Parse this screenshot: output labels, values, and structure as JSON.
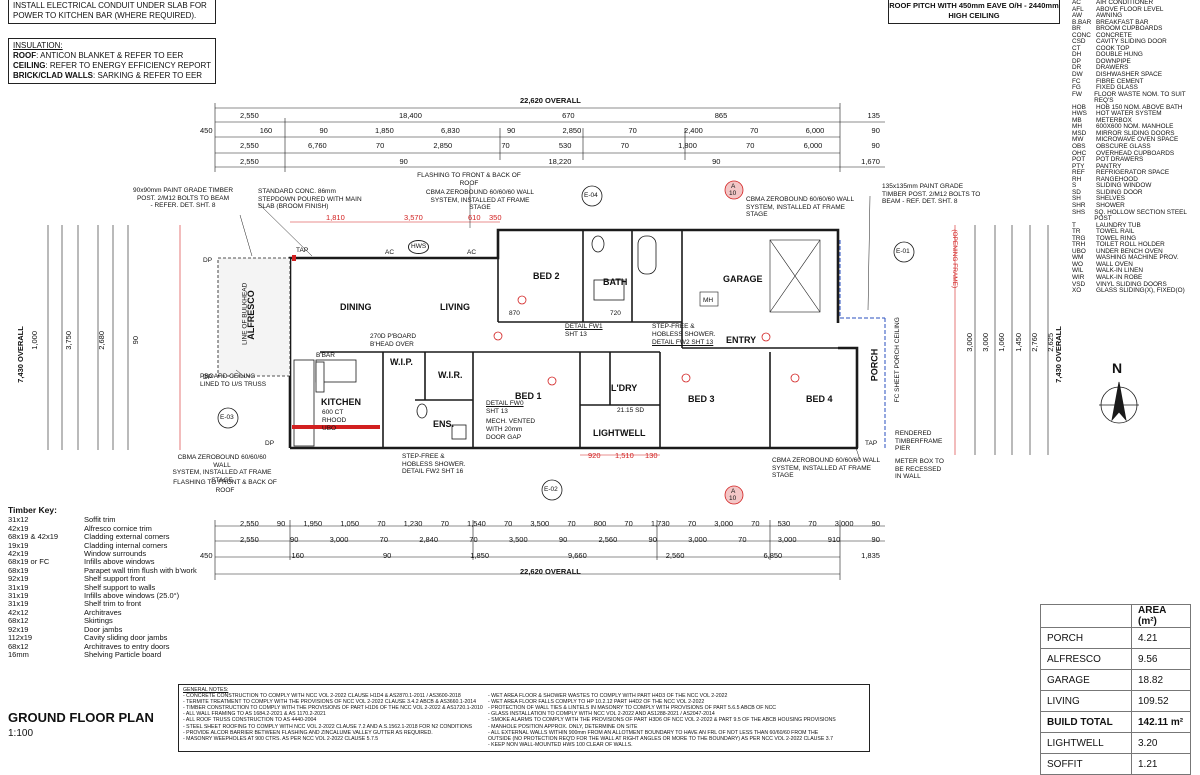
{
  "notes": {
    "electrical_lines": [
      "INSTALL ELECTRICAL CONDUIT UNDER SLAB FOR",
      "POWER TO KITCHEN BAR (WHERE REQUIRED)."
    ],
    "insulation_title": "INSULATION:",
    "insulation_roof_key": "ROOF",
    "insulation_roof": ": ANTICON BLANKET & REFER TO EER",
    "insulation_ceiling_key": "CEILING",
    "insulation_ceiling": ": REFER TO ENERGY EFFICIENCY REPORT",
    "insulation_walls_key": "BRICK/CLAD WALLS",
    "insulation_walls": ": SARKING & REFER TO EER"
  },
  "roof_pitch": [
    "ROOF PITCH WITH 450mm EAVE O/H - 2440mm",
    "HIGH CEILING"
  ],
  "legend": [
    [
      "AC",
      "AIR CONDITIONER"
    ],
    [
      "AFL",
      "ABOVE FLOOR LEVEL"
    ],
    [
      "AW",
      "AWNING"
    ],
    [
      "B.BAR",
      "BREAKFAST BAR"
    ],
    [
      "BR",
      "BROOM CUPBOARDS"
    ],
    [
      "CONC",
      "CONCRETE"
    ],
    [
      "CSD",
      "CAVITY SLIDING DOOR"
    ],
    [
      "CT",
      "COOK TOP"
    ],
    [
      "DH",
      "DOUBLE HUNG"
    ],
    [
      "DP",
      "DOWNPIPE"
    ],
    [
      "DR",
      "DRAWERS"
    ],
    [
      "DW",
      "DISHWASHER SPACE"
    ],
    [
      "FC",
      "FIBRE CEMENT"
    ],
    [
      "FG",
      "FIXED GLASS"
    ],
    [
      "FW",
      "FLOOR WASTE NOM. TO SUIT REQ'S"
    ],
    [
      "HOB",
      "HOB 150 NOM. ABOVE BATH"
    ],
    [
      "HWS",
      "HOT WATER SYSTEM"
    ],
    [
      "MB",
      "METERBOX"
    ],
    [
      "MH",
      "600X600 NOM. MANHOLE"
    ],
    [
      "MSD",
      "MIRROR SLIDING DOORS"
    ],
    [
      "MW",
      "MICROWAVE OVEN SPACE"
    ],
    [
      "OBS",
      "OBSCURE GLASS"
    ],
    [
      "OHC",
      "OVERHEAD CUPBOARDS"
    ],
    [
      "POT",
      "POT DRAWERS"
    ],
    [
      "PTY",
      "PANTRY"
    ],
    [
      "REF",
      "REFRIGERATOR SPACE"
    ],
    [
      "RH",
      "RANGEHOOD"
    ],
    [
      "S",
      "SLIDING WINDOW"
    ],
    [
      "SD",
      "SLIDING DOOR"
    ],
    [
      "SH",
      "SHELVES"
    ],
    [
      "SHR",
      "SHOWER"
    ],
    [
      "SHS",
      "SQ. HOLLOW SECTION STEEL POST"
    ],
    [
      "T",
      "LAUNDRY TUB"
    ],
    [
      "TR",
      "TOWEL RAIL"
    ],
    [
      "TRG",
      "TOWEL RING"
    ],
    [
      "TRH",
      "TOILET ROLL HOLDER"
    ],
    [
      "UBO",
      "UNDER BENCH OVEN"
    ],
    [
      "WM",
      "WASHING MACHINE PROV."
    ],
    [
      "WO",
      "WALL OVEN"
    ],
    [
      "WIL",
      "WALK-IN LINEN"
    ],
    [
      "WIR",
      "WALK-IN ROBE"
    ],
    [
      "VSD",
      "VINYL SLIDING DOORS"
    ],
    [
      "XO",
      "GLASS SLIDING(X), FIXED(O)"
    ]
  ],
  "dims": {
    "overall": "22,620 OVERALL",
    "top_r1": [
      "2,550",
      "18,400",
      "670",
      "865",
      "135"
    ],
    "top_r2": [
      "450",
      "160",
      "90",
      "1,850",
      "6,830",
      "90",
      "2,850",
      "70",
      "2,400",
      "70",
      "6,000",
      "90"
    ],
    "top_r3": [
      "2,550",
      "6,760",
      "70",
      "2,850",
      "70",
      "530",
      "70",
      "1,800",
      "70",
      "6,000",
      "90"
    ],
    "top_r4": [
      "2,550",
      "90",
      "18,220",
      "90",
      "1,670"
    ],
    "bot_r1": [
      "2,550",
      "90",
      "1,950",
      "1,050",
      "70",
      "1,230",
      "70",
      "1,540",
      "70",
      "3,500",
      "70",
      "800",
      "70",
      "1,730",
      "70",
      "3,000",
      "70",
      "530",
      "70",
      "3,000",
      "90"
    ],
    "bot_r2": [
      "2,550",
      "90",
      "3,000",
      "70",
      "2,840",
      "70",
      "3,500",
      "90",
      "2,560",
      "90",
      "3,000",
      "70",
      "3,000",
      "910",
      "90"
    ],
    "bot_r3": [
      "450",
      "160",
      "90",
      "1,850",
      "9,660",
      "2,560",
      "6,850",
      "1,835"
    ],
    "side_overall": "7,430 OVERALL",
    "left_cols": [
      "1,000",
      "3,750",
      "2,680",
      "90"
    ],
    "right_cols": [
      "3,000",
      "3,000",
      "1,060",
      "1,450",
      "2,760",
      "2,625"
    ]
  },
  "rooms": {
    "dining": "DINING",
    "living": "LIVING",
    "bed2": "BED 2",
    "bath": "BATH",
    "garage": "GARAGE",
    "entry": "ENTRY",
    "kitchen": "KITCHEN",
    "wip": "W.I.P.",
    "wir": "W.I.R.",
    "bed1": "BED 1",
    "ens": "ENS.",
    "ldry": "L'DRY",
    "lightwell": "LIGHTWELL",
    "bed3": "BED 3",
    "bed4": "BED 4",
    "porch": "PORCH",
    "alfresco": "ALFRESCO"
  },
  "plan_labels": {
    "mh": "MH",
    "ac1": "AC",
    "ac2": "AC",
    "hws": "HWS",
    "tap1": "TAP",
    "tap2": "TAP",
    "dp1": "DP",
    "dp2": "DP",
    "dp3": "DP",
    "bbar": "B'BAR",
    "pboard": "270D P'BOARD",
    "bhead": "B'HEAD OVER",
    "fw1": "DETAIL FW1",
    "sht13a": "SHT 13",
    "fw2": "DETAIL FW2 SHT 13",
    "stepfree": "STEP-FREE &",
    "hobless": "HOBLESS SHOWER.",
    "fw0": "DETAIL FW0",
    "sht13b": "SHT 13",
    "mech": "MECH. VENTED",
    "withgap": "WITH 20mm",
    "doorgap": "DOOR GAP",
    "kit_oven": "600 CT",
    "kit_rh": "RHOOD",
    "kit_ubo": "UBO",
    "sd1": "21.15 SD",
    "n870": "870",
    "n720": "720",
    "red1": "1,810",
    "red2": "3,570",
    "red3": "610",
    "red4": "350",
    "red5": "920",
    "red6": "1,510",
    "red7": "130",
    "ref_e01": "E-01",
    "ref_e02": "E-02",
    "ref_e03": "E-03",
    "ref_e04": "E-04",
    "sec_a": "A",
    "sec_10": "10",
    "line_bulkhead": "LINE OF BULKHEAD",
    "opening_frame": "(OPENING FRAME)",
    "fc_sheet": "FC SHEET PORCH CEILING",
    "north": "N"
  },
  "callouts": {
    "timber_post": [
      "90x90mm PAINT GRADE TIMBER",
      "POST. 2/M12 BOLTS TO BEAM",
      "- REFER. DET. SHT. 8"
    ],
    "std_conc": [
      "STANDARD CONC. 86mm",
      "STEPDOWN POURED WITH MAIN",
      "SLAB (BROOM FINISH)"
    ],
    "flashing_top": [
      "FLASHING TO FRONT & BACK OF",
      "ROOF"
    ],
    "cbma_top": [
      "CBMA ZEROBOUND 60/60/60 WALL",
      "SYSTEM, INSTALLED AT FRAME",
      "STAGE"
    ],
    "cbma_top_right": [
      "CBMA ZEROBOUND 60/60/60 WALL",
      "SYSTEM, INSTALLED AT FRAME",
      "STAGE"
    ],
    "timber_post_r": [
      "135x135mm PAINT GRADE",
      "TIMBER POST. 2/M12 BOLTS TO",
      "BEAM - REF. DET. SHT. 8"
    ],
    "pboard_ceiling": [
      "PBOARD CEILING",
      "LINED TO U/S TRUSS"
    ],
    "cbma_bot_left": [
      "CBMA ZEROBOUND 60/60/60 WALL",
      "SYSTEM, INSTALLED AT FRAME",
      "STAGE"
    ],
    "flashing_bot": [
      "FLASHING TO FRONT & BACK OF",
      "ROOF"
    ],
    "step_free_ens": [
      "STEP-FREE &",
      "HOBLESS SHOWER.",
      "DETAIL FW2 SHT 16"
    ],
    "cbma_bot_right": [
      "CBMA ZEROBOUND 60/60/60 WALL",
      "SYSTEM, INSTALLED AT FRAME",
      "STAGE"
    ],
    "meter_box": [
      "METER BOX TO",
      "BE RECESSED",
      "IN WALL"
    ],
    "rendered_pier": [
      "RENDERED",
      "TIMBERFRAME",
      "PIER"
    ]
  },
  "timber_key": {
    "title": "Timber Key:",
    "rows": [
      [
        "31x12",
        "Soffit trim"
      ],
      [
        "42x19",
        "Alfresco cornice trim"
      ],
      [
        "68x19 & 42x19",
        "Cladding external corners"
      ],
      [
        "19x19",
        "Cladding internal corners"
      ],
      [
        "42x19",
        "Window surrounds"
      ],
      [
        "68x19 or FC",
        "Infills above windows"
      ],
      [
        "68x19",
        "Parapet wall trim flush with b'work"
      ],
      [
        "92x19",
        "Shelf support front"
      ],
      [
        "31x19",
        "Shelf support to walls"
      ],
      [
        "31x19",
        "Infills above windows (25.0°)"
      ],
      [
        "31x19",
        "Shelf trim to front"
      ],
      [
        "42x12",
        "Architraves"
      ],
      [
        "68x12",
        "Skirtings"
      ],
      [
        "92x19",
        "Door jambs"
      ],
      [
        "112x19",
        "Cavity sliding door jambs"
      ],
      [
        "68x12",
        "Architraves to entry doors"
      ],
      [
        "16mm",
        "Shelving Particle board"
      ]
    ]
  },
  "plan_title": "GROUND FLOOR PLAN",
  "scale": "1:100",
  "general_notes_title": "GENERAL NOTES:",
  "general_notes_left": [
    "- CONCRETE CONSTRUCTION TO COMPLY WITH NCC VOL 2-2022 CLAUSE H1D4 & AS2870.1-2011 / AS3600-2018",
    "- TERMITE TREATMENT TO COMPLY WITH THE PROVISIONS OF NCC VOL 2-2022 CLAUSE 3.4.2 ABCB & AS3660.1-2014",
    "- TIMBER CONSTRUCTION TO COMPLY WITH THE PROVISIONS OF PART H1D6 OF THE NCC VOL 2-2022 & AS1720.1-2010",
    "- ALL WALL FRAMING TO AS 1684.2-2021 & AS 1170.2-2021",
    "- ALL ROOF TRUSS CONSTRUCTION TO AS 4440-2004",
    "- STEEL SHEET ROOFING TO COMPLY WITH NCC VOL 2-2022 CLAUSE 7.2 AND A.S.1562.1-2018 FOR N2 CONDITIONS",
    "- PROVIDE ALCOR BARRIER BETWEEN FLASHING AND ZINCALUME VALLEY GUTTER AS REQUIRED.",
    "- MASONRY WEEPHOLES AT 900 CTRS. AS PER NCC VOL 2-2022 CLAUSE 5.7.5"
  ],
  "general_notes_right": [
    "- WET AREA FLOOR & SHOWER WASTES TO COMPLY WITH PART H4D3 OF THE NCC VOL 2-2022",
    "- WET AREA FLOOR FALLS COMPLY TO HP 10.2.12  PART H4D2 OF THE NCC VOL 2-2022",
    "- PROTECTION OF WALL TIES & LINTELS IN MASONRY TO COMPLY WITH PROVISIONS OF PART 5.6.5 ABCB OF NCC",
    "- GLASS INSTALLATION TO COMPLY WITH NCC VOL 2-2022 AND AS1288-2021 / AS2047-2014",
    "- SMOKE ALARMS TO COMPLY WITH THE PROVISIONS OF PART H3D6 OF NCC VOL 2-2022 & PART 9.5 OF THE ABCB HOUSING PROVISIONS",
    "- MANHOLE POSITION APPROX. ONLY, DETERMINE ON SITE",
    "- ALL EXTERNAL WALLS WITHIN 900mm FROM AN ALLOTMENT BOUNDARY TO HAVE AN FRL OF NOT LESS THAN 60/60/60 FROM THE",
    "  OUTSIDE (NO PROTECTION REQ'D FOR THE WALL AT RIGHT ANGLES OR MORE TO THE BOUNDARY) AS PER NCC VOL 2-2022 CLAUSE 3.7",
    "- KEEP NON WALL-MOUNTED HWS 100 CLEAR OF WALLS."
  ],
  "area_table": {
    "header": "AREA (m²)",
    "rows": [
      {
        "name": "PORCH",
        "value": "4.21",
        "bold": false
      },
      {
        "name": "ALFRESCO",
        "value": "9.56",
        "bold": false
      },
      {
        "name": "GARAGE",
        "value": "18.82",
        "bold": false
      },
      {
        "name": "LIVING",
        "value": "109.52",
        "bold": false
      },
      {
        "name": "BUILD TOTAL",
        "value": "142.11 m²",
        "bold": true
      },
      {
        "name": "LIGHTWELL",
        "value": "3.20",
        "bold": false
      },
      {
        "name": "SOFFIT",
        "value": "1.21",
        "bold": false
      }
    ]
  },
  "colors": {
    "line": "#1a1a1a",
    "dim_red": "#d22020",
    "fill_red": "#f3c6c6",
    "blue": "#2a4fbf",
    "grey": "#8a8a8a"
  }
}
